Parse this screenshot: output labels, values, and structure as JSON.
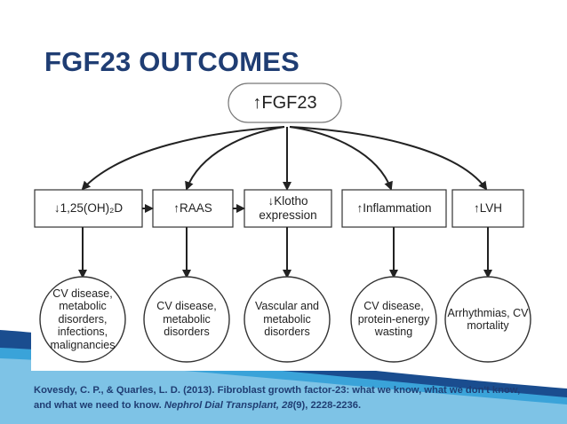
{
  "slide": {
    "title": "FGF23 OUTCOMES"
  },
  "diagram": {
    "top_node": "↑FGF23",
    "mid_nodes": [
      "↓1,25(OH)₂D",
      "↑RAAS",
      "↓Klotho\nexpression",
      "↑Inflammation",
      "↑LVH"
    ],
    "bottom_nodes": [
      "CV disease,\nmetabolic\ndisorders,\ninfections,\nmalignancies",
      "CV disease,\nmetabolic\ndisorders",
      "Vascular and\nmetabolic\ndisorders",
      "CV disease,\nprotein-energy\nwasting",
      "Arrhythmias, CV\nmortality"
    ]
  },
  "citation": {
    "authors": "Kovesdy, C. P., & Quarles, L. D. (2013). Fibroblast growth factor-23: what we know, what we don't know, and what we need to know.",
    "journal": "Nephrol Dial Transplant, 28",
    "issue_pages": "(9), 2228-2236."
  },
  "colors": {
    "title": "#1f3d73",
    "citation": "#1f3d73",
    "wave_dark": "#1a4d8f",
    "wave_light": "#3aa3d9",
    "outline": "#222222"
  }
}
